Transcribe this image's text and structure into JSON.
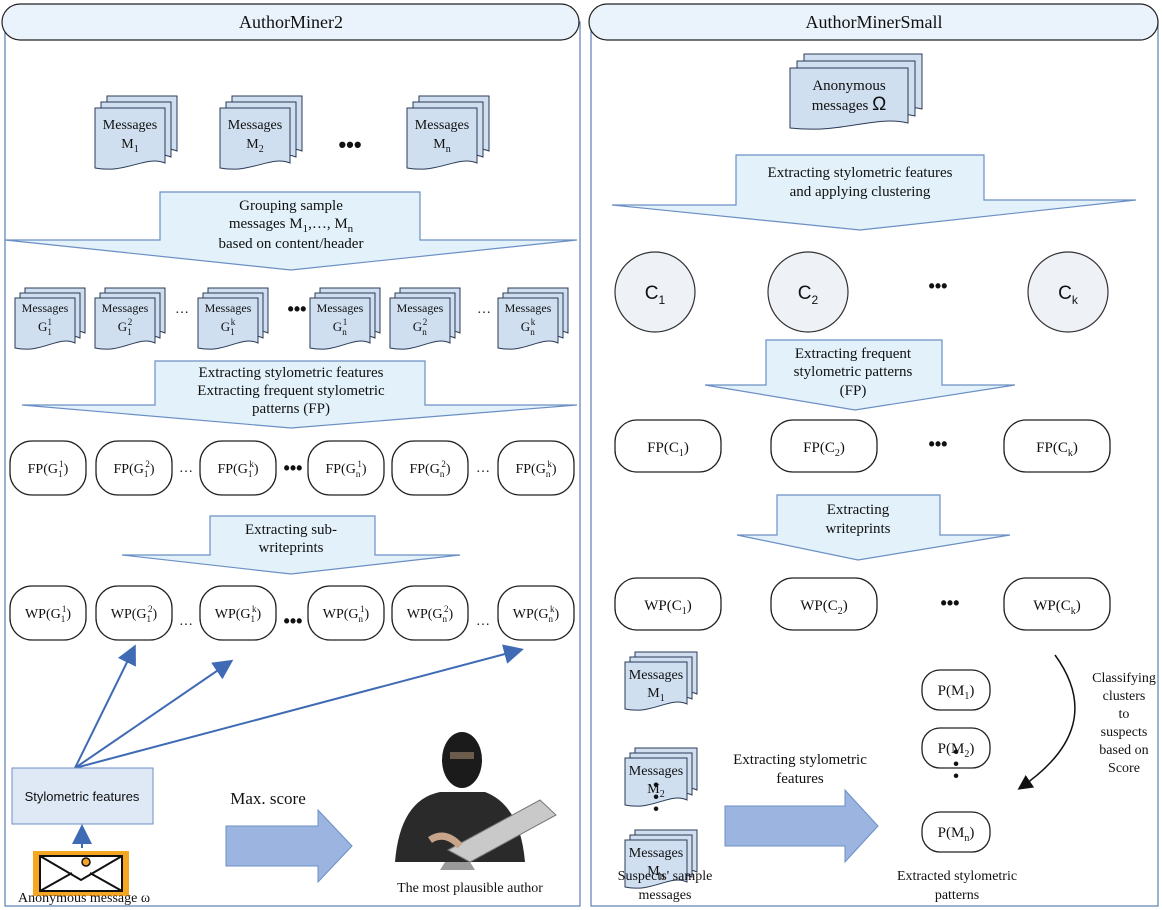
{
  "left": {
    "title": "AuthorMiner2",
    "messages_label": "Messages",
    "top_subs": [
      "1",
      "2",
      "n"
    ],
    "ellipsis": "•••",
    "small_ellipsis": "…",
    "group_step": {
      "line1": "Grouping sample",
      "line2": "messages  M",
      "line2_sub1": "1",
      "line2_mid": ",…, M",
      "line2_sub2": "n",
      "line3": "based on content/header"
    },
    "group_docs": [
      {
        "base": "G",
        "bsub": "1",
        "sup": "1"
      },
      {
        "base": "G",
        "bsub": "1",
        "sup": "2"
      },
      {
        "base": "G",
        "bsub": "1",
        "sup": "k"
      },
      {
        "base": "G",
        "bsub": "n",
        "sup": "1"
      },
      {
        "base": "G",
        "bsub": "n",
        "sup": "2"
      },
      {
        "base": "G",
        "bsub": "n",
        "sup": "k"
      }
    ],
    "fp_step": {
      "line1": "Extracting stylometric features",
      "line2": "Extracting frequent stylometric",
      "line3": "patterns (FP)"
    },
    "fp_prefix": "FP(G",
    "wp_step": {
      "line1": "Extracting sub-",
      "line2": "writeprints"
    },
    "wp_prefix": "WP(G",
    "stylometric_box": "Stylometric features",
    "max_score": "Max. score",
    "anon_caption": "Anonymous message ω",
    "author_caption": "The most plausible author"
  },
  "right": {
    "title": "AuthorMinerSmall",
    "anon_line1": "Anonymous",
    "anon_line2": "messages",
    "anon_symbol": "Ω",
    "cluster_step": {
      "line1": "Extracting stylometric features",
      "line2": "and applying clustering"
    },
    "clusters": [
      {
        "base": "C",
        "sub": "1"
      },
      {
        "base": "C",
        "sub": "2"
      },
      {
        "base": "C",
        "sub": "k"
      }
    ],
    "ellipsis": "•••",
    "fp_step": {
      "line1": "Extracting frequent",
      "line2": "stylometric patterns",
      "line3": "(FP)"
    },
    "fp_prefix": "FP(C",
    "wp_step": {
      "line1": "Extracting",
      "line2": "writeprints"
    },
    "wp_prefix": "WP(C",
    "messages_label": "Messages",
    "msg_subs": [
      "1",
      "2",
      "n"
    ],
    "extract_label_line1": "Extracting stylometric",
    "extract_label_line2": "features",
    "p_prefix": "P(M",
    "p_subs": [
      "1",
      "2",
      "n"
    ],
    "classify": [
      "Classifying",
      "clusters",
      "to",
      "suspects",
      "based on",
      "Score"
    ],
    "suspects_caption_line1": "Suspects' sample",
    "suspects_caption_line2": "messages",
    "patterns_caption_line1": "Extracted stylometric",
    "patterns_caption_line2": "patterns"
  }
}
